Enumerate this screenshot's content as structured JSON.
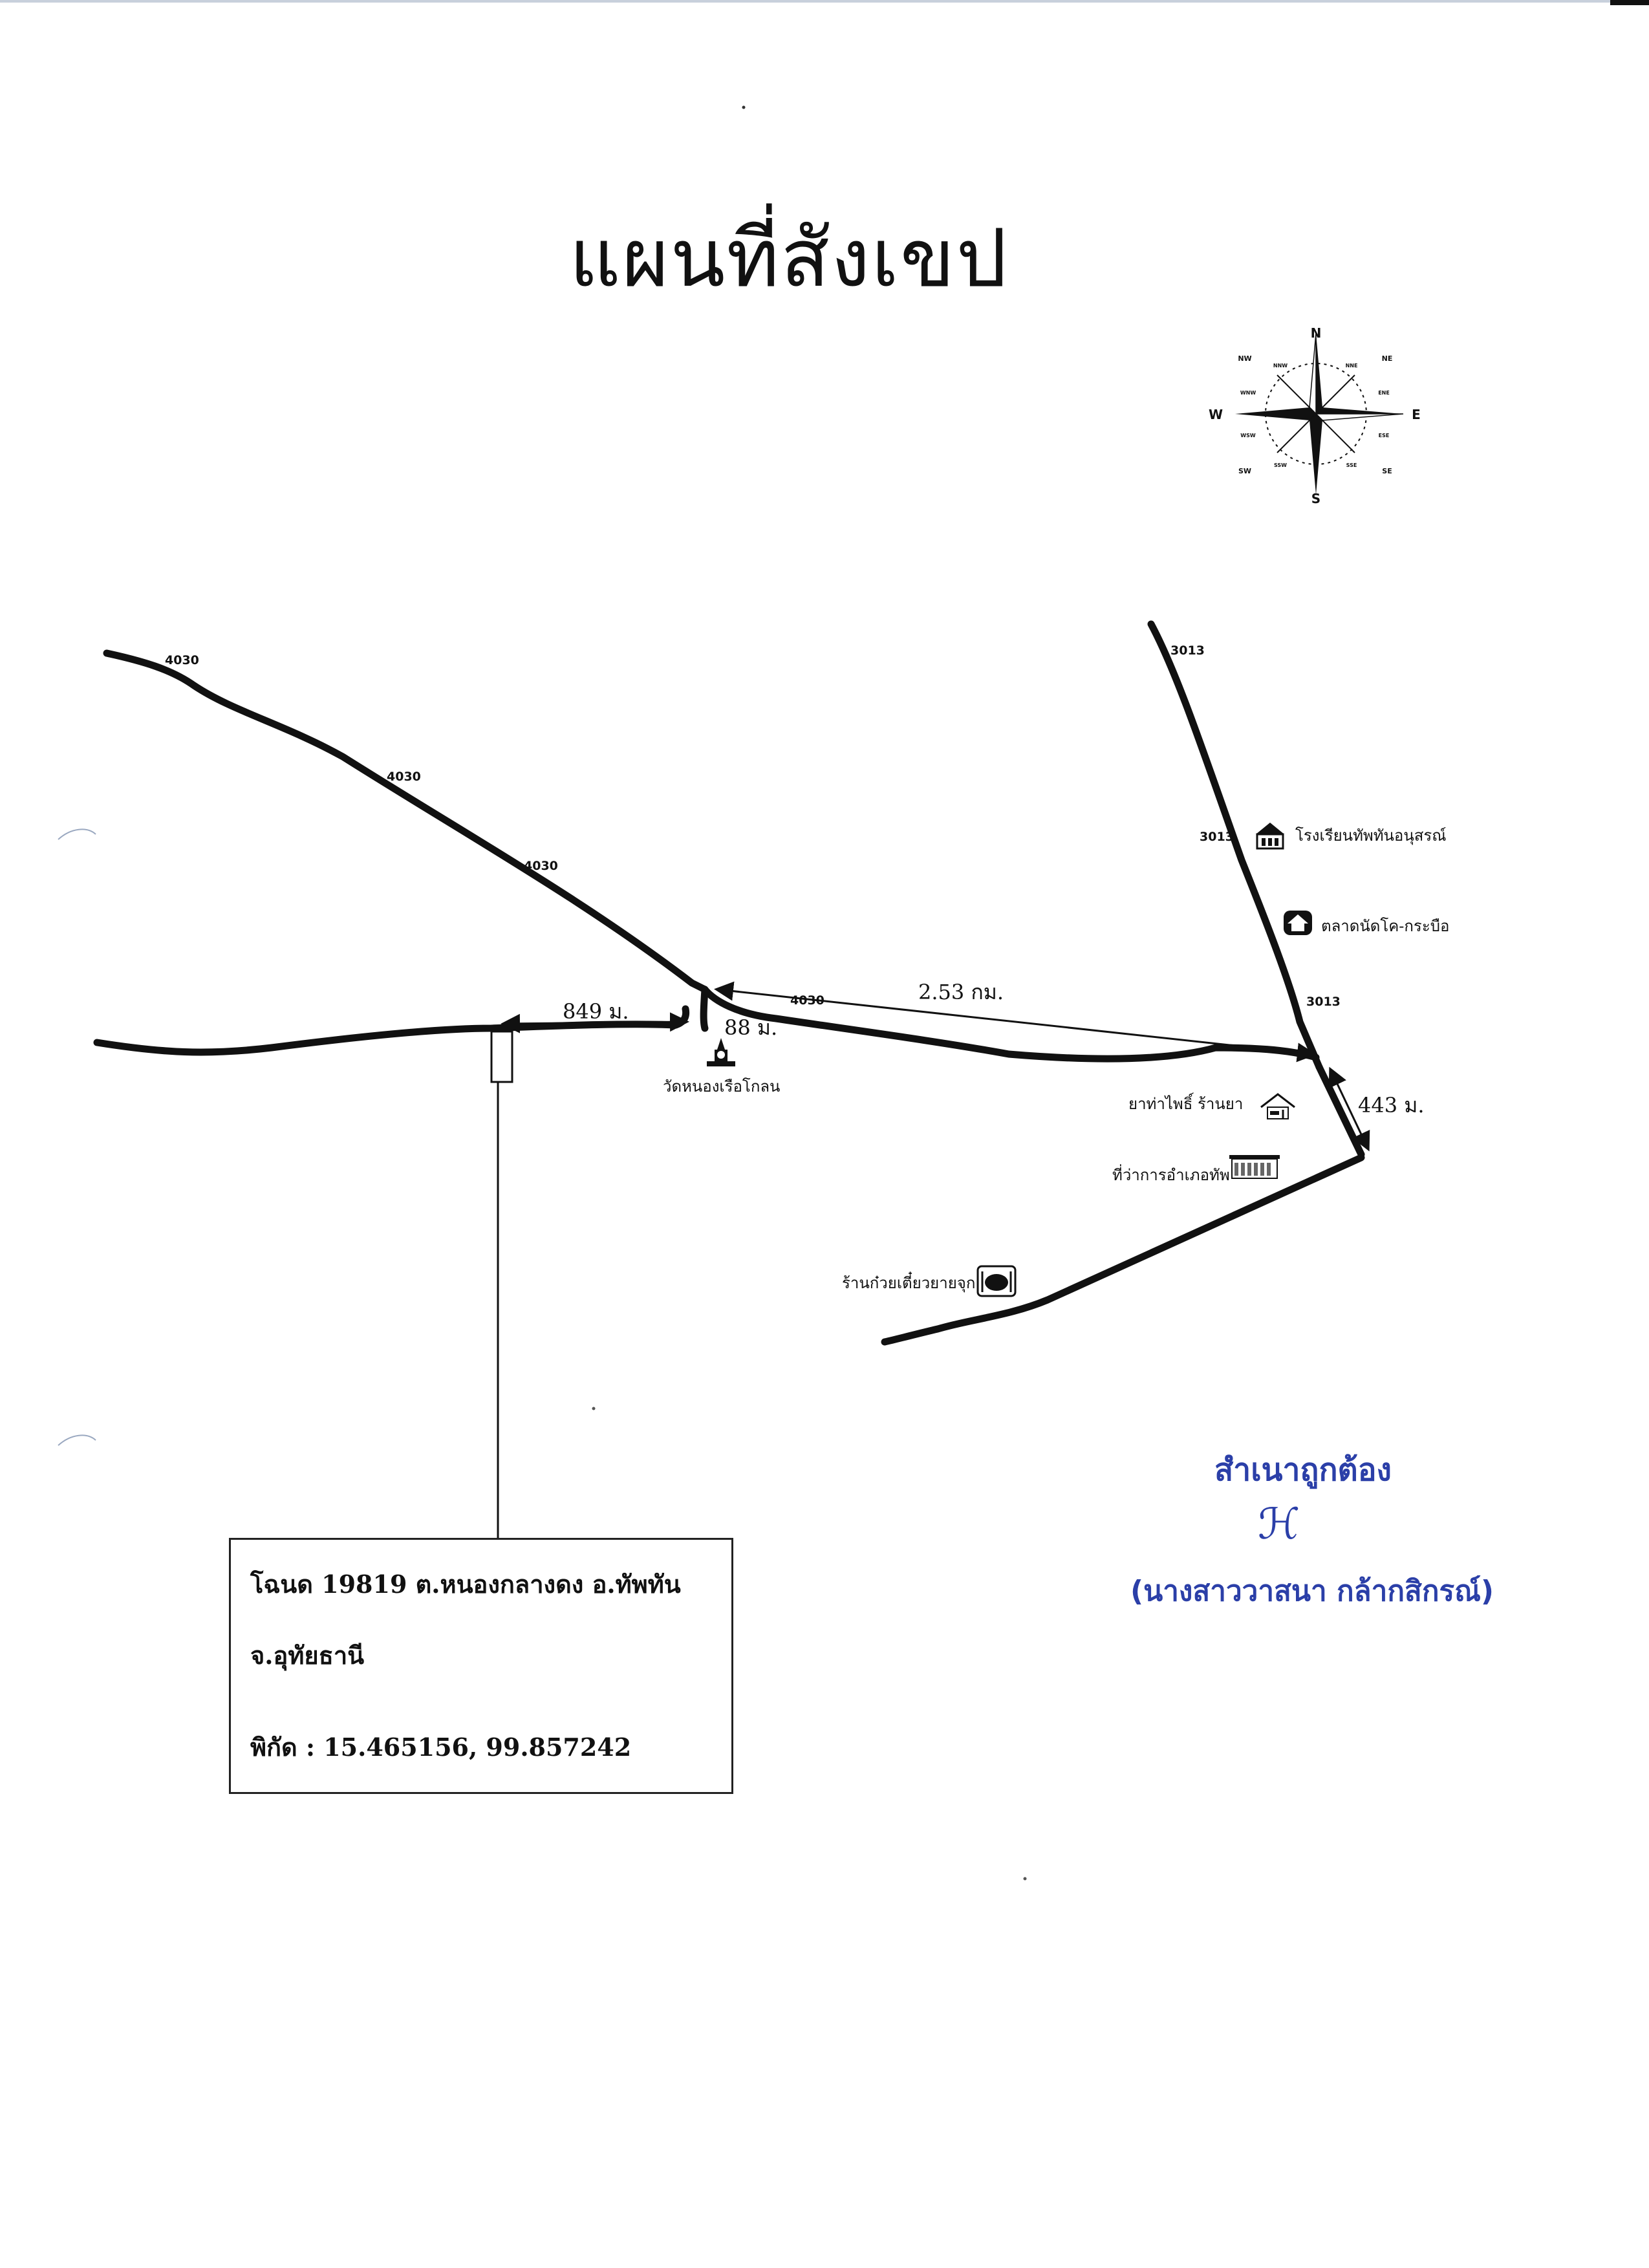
{
  "title": "แผนที่สังเขป",
  "compass": {
    "north": "N",
    "south": "S",
    "east": "E",
    "west": "W",
    "northeast": "NE",
    "northwest": "NW",
    "southeast": "SE",
    "southwest": "SW",
    "nne": "NNE",
    "nnw": "NNW",
    "ene": "ENE",
    "wnw": "WNW",
    "ese": "ESE",
    "wsw": "WSW",
    "sse": "SSE",
    "ssw": "SSW"
  },
  "roads": {
    "r4030_a": "4030",
    "r4030_b": "4030",
    "r4030_c": "4030",
    "r4030_d": "4030",
    "r3013_a": "3013",
    "r3013_b": "3013",
    "r3013_c": "3013"
  },
  "distances": {
    "d849": "849 ม.",
    "d88": "88 ม.",
    "d253": "2.53 กม.",
    "d443": "443 ม."
  },
  "places": {
    "temple": "วัดหนองเรือโกลน",
    "school": "โรงเรียนทัพทันอนุสรณ์",
    "market": "ตลาดนัดโค-กระบือ",
    "pharmacy": "ยาท่าไพธิ์ ร้านยา",
    "district_office": "ที่ว่าการอำเภอทัพ",
    "noodle_shop": "ร้านก๋วยเตี๋ยวยายจุก"
  },
  "info": {
    "line1": "โฉนด 19819  ต.หนองกลางดง อ.ทัพทัน",
    "line2": "จ.อุทัยธานี",
    "line3": "พิกัด : 15.465156, 99.857242"
  },
  "stamp": {
    "certified": "สำเนาถูกต้อง",
    "signature": "ℋ",
    "name": "(นางสาววาสนา  กล้ากสิกรณ์)"
  },
  "colors": {
    "ink": "#111111",
    "stamp_blue": "#2b3fa8"
  }
}
